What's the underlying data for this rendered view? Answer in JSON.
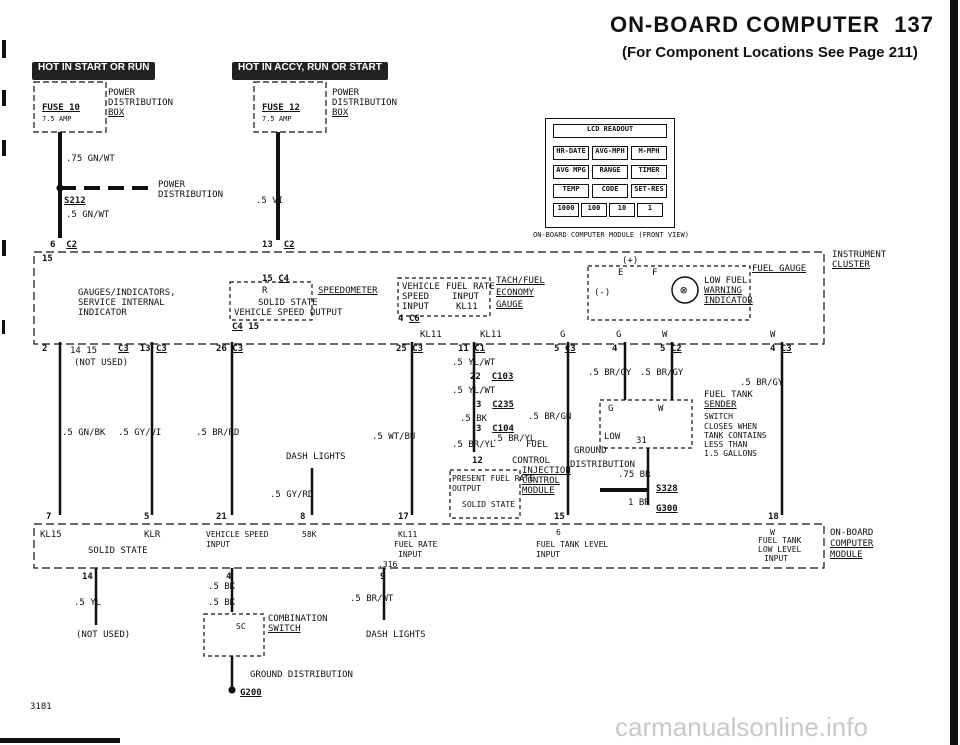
{
  "header": {
    "title": "ON-BOARD COMPUTER",
    "page_number": "137",
    "subtitle": "(For Component Locations See Page 211)"
  },
  "banners": {
    "left": "HOT IN START OR RUN",
    "right": "HOT IN ACCY, RUN OR START"
  },
  "fuses": {
    "fuse10": "FUSE 10",
    "fuse10_amp": "7.5 AMP",
    "fuse12": "FUSE 12",
    "fuse12_amp": "7.5 AMP",
    "power_dist_box_1": "POWER",
    "power_dist_box_2": "DISTRIBUTION",
    "power_dist_box_3": "BOX"
  },
  "wires": {
    "w75gnwt": ".75 GN/WT",
    "w5gnwt": ".5 GN/WT",
    "w5vi": ".5 VI",
    "w5gnbk": ".5 GN/BK",
    "w5gyvi": ".5 GY/VI",
    "w5brrd": ".5 BR/RD",
    "w5gyrd": ".5 GY/RD",
    "w5wtbu": ".5 WT/BU",
    "w5ylwt_1": ".5 YL/WT",
    "w5ylwt_2": ".5 YL/WT",
    "w5bk": ".5 BK",
    "w5bryl": ".5 BR/YL",
    "w5bryl2": ".5 BR/YL",
    "w5brgn": ".5 BR/GN",
    "w5brgy_1": ".5 BR/GY",
    "w5brgy_2": ".5 BR/GY",
    "w5brgy_3": ".5 BR/GY",
    "w75br": ".75 BR",
    "w1br": "1 BR",
    "w5yl": ".5 YL",
    "w5bk_a": ".5 BK",
    "w5bk_b": ".5 BK",
    "w5brwt": ".5 BR/WT",
    "w316": ".316"
  },
  "splices": {
    "s212": "S212",
    "s212_label_1": "POWER",
    "s212_label_2": "DISTRIBUTION",
    "s328": "S328",
    "g300": "G300",
    "g200": "G200",
    "ground_dist_1": "GROUND",
    "ground_dist_2": "DISTRIBUTION",
    "ground_dist_bottom": "GROUND DISTRIBUTION"
  },
  "connectors": {
    "c2a": "C2",
    "c2a_pin": "6",
    "c2b": "C2",
    "c2b_pin": "13",
    "c4": "C4",
    "c4_pin": "15",
    "c4b": "C4",
    "c4b_pin": "15",
    "c6": "C6",
    "c6_pin": "4",
    "c3a": "C3",
    "c3a_pin": "13",
    "c3a_pins": "14  15",
    "c3b": "C3",
    "c3b_pin": "26",
    "c3c": "C3",
    "c3c_pin": "25",
    "c1": "C1",
    "c1_pin": "11",
    "c3d": "C3",
    "c3d_pin": "5",
    "c2c": "C2",
    "c2c_pin": "5",
    "c3e": "C3",
    "c3e_pin": "4",
    "c103": "C103",
    "c103_pin": "22",
    "c235": "C235",
    "c235_pin": "3",
    "c104": "C104",
    "c104_pin": "3",
    "pin_2": "2",
    "pin_4b": "4",
    "pin_7": "7",
    "pin_5": "5",
    "pin_21": "21",
    "pin_8": "8",
    "pin_17": "17",
    "pin_15": "15",
    "pin_18": "18",
    "pin_14": "14",
    "pin_4c": "4",
    "pin_9": "9",
    "pin_15b": "15",
    "pin_12": "12",
    "pin_31": "31",
    "pin_g1": "G",
    "pin_g2": "G",
    "pin_w1": "W",
    "pin_w2": "W",
    "pin_w3": "W",
    "pin_6": "6",
    "pin_w4": "W"
  },
  "instrument_cluster": {
    "label_1": "INSTRUMENT",
    "label_2": "CLUSTER",
    "gauges_1": "GAUGES/INDICATORS,",
    "gauges_2": "SERVICE INTERNAL",
    "gauges_3": "INDICATOR",
    "not_used": "(NOT USED)",
    "solid_state": "SOLID STATE",
    "vss_output": "VEHICLE SPEED OUTPUT",
    "speedometer": "SPEEDOMETER",
    "vehicle_speed_input_1": "VEHICLE",
    "vehicle_speed_input_2": "SPEED",
    "vehicle_speed_input_3": "INPUT",
    "fuel_rate_1": "FUEL RATE",
    "fuel_rate_2": "INPUT",
    "kl11_a": "KL11",
    "tach_1": "TACH/FUEL",
    "tach_2": "ECONOMY",
    "tach_3": "GAUGE",
    "kl11_b": "KL11",
    "kl11_c": "KL11",
    "fuel_gauge": "FUEL GAUGE",
    "low_fuel_1": "LOW FUEL",
    "low_fuel_2": "WARNING",
    "low_fuel_3": "INDICATOR",
    "e_label": "E",
    "f_label": "F",
    "plus": "(+)",
    "minus": "(-)",
    "r": "R",
    "pin_14_15": "14  15"
  },
  "fuel_system": {
    "fuel_1": "FUEL",
    "fuel_2": "CONTROL",
    "inj_1": "INJECTION",
    "inj_2": "CONTROL",
    "inj_3": "MODULE",
    "present_rate_1": "PRESENT FUEL RATE",
    "present_rate_2": "OUTPUT",
    "solid_state": "SOLID STATE",
    "tank_1": "FUEL TANK",
    "tank_2": "SENDER",
    "tank_3": "SWITCH",
    "tank_4": "CLOSES WHEN",
    "tank_5": "TANK CONTAINS",
    "tank_6": "LESS THAN",
    "tank_7": "1.5 GALLONS",
    "low": "LOW",
    "g": "G",
    "w": "W"
  },
  "dash_lights": {
    "top": "DASH LIGHTS",
    "bottom": "DASH LIGHTS"
  },
  "obc_module": {
    "kl15": "KL15",
    "klr": "KLR",
    "solid_state": "SOLID STATE",
    "vss_1": "VEHICLE SPEED",
    "vss_2": "INPUT",
    "s8k": "58K",
    "kl11": "KL11",
    "fr_1": "FUEL RATE",
    "fr_2": "INPUT",
    "ftl_1": "FUEL TANK LEVEL",
    "ftl_2": "INPUT",
    "ftll_1": "FUEL TANK",
    "ftll_2": "LOW LEVEL",
    "ftll_3": "INPUT",
    "label_1": "ON-BOARD",
    "label_2": "COMPUTER",
    "label_3": "MODULE"
  },
  "combination_switch": {
    "label_1": "COMBINATION",
    "label_2": "SWITCH",
    "sc": "SC",
    "not_used": "(NOT USED)"
  },
  "lcd_module": {
    "readout": "LCD READOUT",
    "keys_row1": [
      "HR-DATE",
      "AVG-MPH",
      "M-MPH"
    ],
    "keys_row2": [
      "AVG MPG",
      "RANGE",
      "TIMER"
    ],
    "keys_row3": [
      "TEMP",
      "CODE",
      "SET-RES"
    ],
    "keys_row4": [
      "1000",
      "100",
      "10",
      "1"
    ],
    "caption": "ON-BOARD COMPUTER MODULE (FRONT VIEW)"
  },
  "footer": {
    "figure_id": "3181",
    "watermark": "carmanualsonline.info"
  }
}
